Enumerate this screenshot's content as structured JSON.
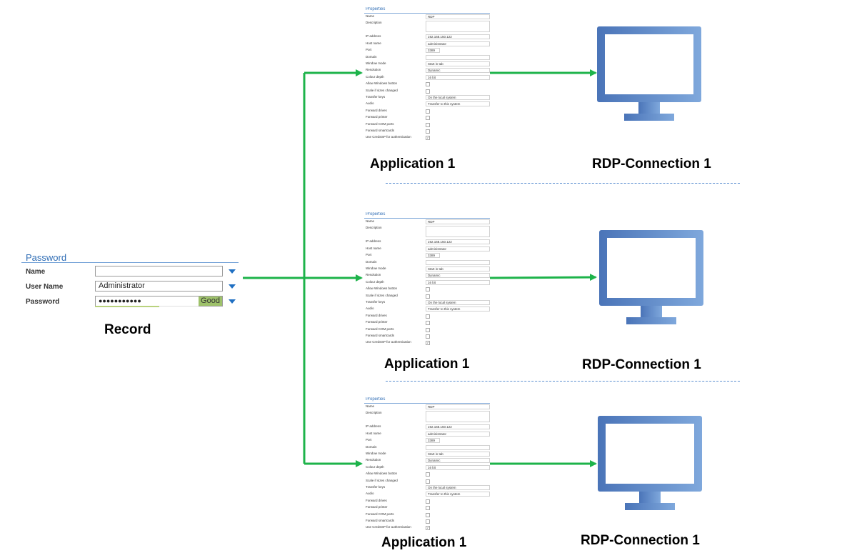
{
  "record_form": {
    "title": "Password",
    "fields": [
      {
        "label": "Name",
        "value": ""
      },
      {
        "label": "User Name",
        "value": "Administrator"
      },
      {
        "label": "Password",
        "value": "●●●●●●●●●●●",
        "strength": "Good"
      }
    ],
    "caption": "Record"
  },
  "panels": [
    {
      "title": "Properties",
      "caption": "Application 1",
      "rows": [
        {
          "label": "Name",
          "value": "RDP",
          "kind": "text"
        },
        {
          "label": "Description",
          "value": "",
          "kind": "tall"
        },
        {
          "label": "IP address",
          "value": "192.168.150.122",
          "kind": "text"
        },
        {
          "label": "Host name",
          "value": "administrator",
          "kind": "text"
        },
        {
          "label": "Port",
          "value": "3389",
          "kind": "short"
        },
        {
          "label": "Domain",
          "value": "",
          "kind": "text"
        },
        {
          "label": "Window mode",
          "value": "Start in tab",
          "kind": "text"
        },
        {
          "label": "Resolution",
          "value": "Dynamic",
          "kind": "text"
        },
        {
          "label": "Colour depth",
          "value": "16 bit",
          "kind": "text"
        },
        {
          "label": "Allow Windows button",
          "value": "",
          "kind": "check"
        },
        {
          "label": "Scale if sizes changed",
          "value": "",
          "kind": "check"
        },
        {
          "label": "Transfer keys",
          "value": "On the local system",
          "kind": "text"
        },
        {
          "label": "Audio",
          "value": "Transfer to this system",
          "kind": "text"
        },
        {
          "label": "Forward drives",
          "value": "",
          "kind": "check"
        },
        {
          "label": "Forward printer",
          "value": "",
          "kind": "check"
        },
        {
          "label": "Forward COM ports",
          "value": "",
          "kind": "check"
        },
        {
          "label": "Forward smartcards",
          "value": "",
          "kind": "check"
        },
        {
          "label": "Use CredSSP for authentication",
          "value": "✓",
          "kind": "check"
        }
      ]
    },
    {
      "title": "Properties",
      "caption": "Application 1",
      "rows": [
        {
          "label": "Name",
          "value": "RDP",
          "kind": "text"
        },
        {
          "label": "Description",
          "value": "",
          "kind": "tall"
        },
        {
          "label": "IP address",
          "value": "192.168.150.122",
          "kind": "text"
        },
        {
          "label": "Host name",
          "value": "administrator",
          "kind": "text"
        },
        {
          "label": "Port",
          "value": "3389",
          "kind": "short"
        },
        {
          "label": "Domain",
          "value": "",
          "kind": "text"
        },
        {
          "label": "Window mode",
          "value": "Start in tab",
          "kind": "text"
        },
        {
          "label": "Resolution",
          "value": "Dynamic",
          "kind": "text"
        },
        {
          "label": "Colour depth",
          "value": "16 bit",
          "kind": "text"
        },
        {
          "label": "Allow Windows button",
          "value": "",
          "kind": "check"
        },
        {
          "label": "Scale if sizes changed",
          "value": "",
          "kind": "check"
        },
        {
          "label": "Transfer keys",
          "value": "On the local system",
          "kind": "text"
        },
        {
          "label": "Audio",
          "value": "Transfer to this system",
          "kind": "text"
        },
        {
          "label": "Forward drives",
          "value": "",
          "kind": "check"
        },
        {
          "label": "Forward printer",
          "value": "",
          "kind": "check"
        },
        {
          "label": "Forward COM ports",
          "value": "",
          "kind": "check"
        },
        {
          "label": "Forward smartcards",
          "value": "",
          "kind": "check"
        },
        {
          "label": "Use CredSSP for authentication",
          "value": "✓",
          "kind": "check"
        }
      ]
    },
    {
      "title": "Properties",
      "caption": "Application 1",
      "rows": [
        {
          "label": "Name",
          "value": "RDP",
          "kind": "text"
        },
        {
          "label": "Description",
          "value": "",
          "kind": "tall"
        },
        {
          "label": "IP address",
          "value": "192.168.150.122",
          "kind": "text"
        },
        {
          "label": "Host name",
          "value": "administrator",
          "kind": "text"
        },
        {
          "label": "Port",
          "value": "3389",
          "kind": "short"
        },
        {
          "label": "Domain",
          "value": "",
          "kind": "text"
        },
        {
          "label": "Window mode",
          "value": "Start in tab",
          "kind": "text"
        },
        {
          "label": "Resolution",
          "value": "Dynamic",
          "kind": "text"
        },
        {
          "label": "Colour depth",
          "value": "16 bit",
          "kind": "text"
        },
        {
          "label": "Allow Windows button",
          "value": "",
          "kind": "check"
        },
        {
          "label": "Scale if sizes changed",
          "value": "",
          "kind": "check"
        },
        {
          "label": "Transfer keys",
          "value": "On the local system",
          "kind": "text"
        },
        {
          "label": "Audio",
          "value": "Transfer to this system",
          "kind": "text"
        },
        {
          "label": "Forward drives",
          "value": "",
          "kind": "check"
        },
        {
          "label": "Forward printer",
          "value": "",
          "kind": "check"
        },
        {
          "label": "Forward COM ports",
          "value": "",
          "kind": "check"
        },
        {
          "label": "Forward smartcards",
          "value": "",
          "kind": "check"
        },
        {
          "label": "Use CredSSP for authentication",
          "value": "✓",
          "kind": "check"
        }
      ]
    }
  ],
  "connections": [
    {
      "caption": "RDP-Connection 1",
      "icon": "monitor-icon"
    },
    {
      "caption": "RDP-Connection 1",
      "icon": "monitor-icon"
    },
    {
      "caption": "RDP-Connection 1",
      "icon": "monitor-icon"
    }
  ],
  "colors": {
    "arrow": "#1db34a",
    "accent_blue": "#2f6db5",
    "monitor_dark": "#4a74b8",
    "monitor_light": "#7fa8dc",
    "strength_good": "#9ec26a"
  }
}
